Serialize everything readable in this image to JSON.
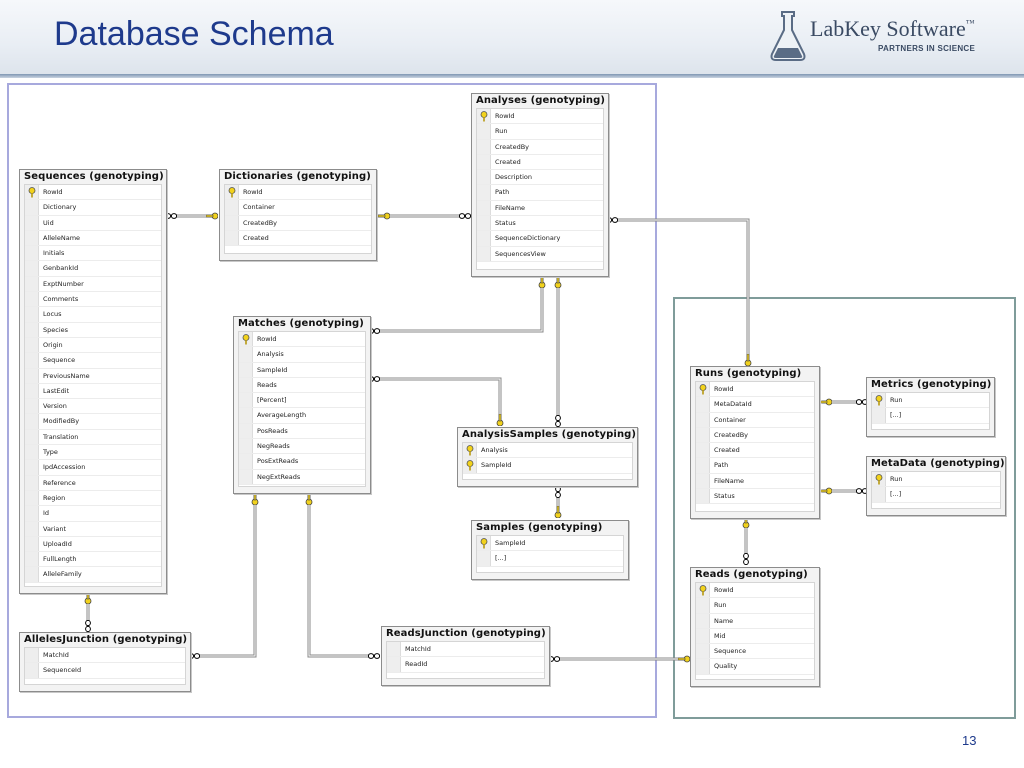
{
  "slide": {
    "title": "Database Schema",
    "page_number": "13"
  },
  "logo": {
    "name": "LabKey Software",
    "trademark": "™",
    "tagline": "PARTNERS IN SCIENCE"
  },
  "tables": {
    "analyses": {
      "title": "Analyses (genotyping)",
      "columns": [
        "RowId",
        "Run",
        "CreatedBy",
        "Created",
        "Description",
        "Path",
        "FileName",
        "Status",
        "SequenceDictionary",
        "SequencesView"
      ],
      "key_index": 0
    },
    "sequences": {
      "title": "Sequences (genotyping)",
      "columns": [
        "RowId",
        "Dictionary",
        "Uid",
        "AlleleName",
        "Initials",
        "GenbankId",
        "ExptNumber",
        "Comments",
        "Locus",
        "Species",
        "Origin",
        "Sequence",
        "PreviousName",
        "LastEdit",
        "Version",
        "ModifiedBy",
        "Translation",
        "Type",
        "IpdAccession",
        "Reference",
        "Region",
        "Id",
        "Variant",
        "UploadId",
        "FullLength",
        "AlleleFamily"
      ],
      "key_index": 0
    },
    "dictionaries": {
      "title": "Dictionaries (genotyping)",
      "columns": [
        "RowId",
        "Container",
        "CreatedBy",
        "Created"
      ],
      "key_index": 0
    },
    "matches": {
      "title": "Matches (genotyping)",
      "columns": [
        "RowId",
        "Analysis",
        "SampleId",
        "Reads",
        "[Percent]",
        "AverageLength",
        "PosReads",
        "NegReads",
        "PosExtReads",
        "NegExtReads"
      ],
      "key_index": 0
    },
    "analysis_samples": {
      "title": "AnalysisSamples (genotyping)",
      "columns": [
        "Analysis",
        "SampleId"
      ],
      "key_index": "both"
    },
    "samples": {
      "title": "Samples (genotyping)",
      "columns": [
        "SampleId",
        "[...]"
      ],
      "key_index": 0
    },
    "alleles_junction": {
      "title": "AllelesJunction (genotyping)",
      "columns": [
        "MatchId",
        "SequenceId"
      ],
      "key_index": -1
    },
    "reads_junction": {
      "title": "ReadsJunction (genotyping)",
      "columns": [
        "MatchId",
        "ReadId"
      ],
      "key_index": -1
    },
    "runs": {
      "title": "Runs (genotyping)",
      "columns": [
        "RowId",
        "MetaDataId",
        "Container",
        "CreatedBy",
        "Created",
        "Path",
        "FileName",
        "Status"
      ],
      "key_index": 0
    },
    "metrics": {
      "title": "Metrics (genotyping)",
      "columns": [
        "Run",
        "[...]"
      ],
      "key_index": 0
    },
    "metadata": {
      "title": "MetaData (genotyping)",
      "columns": [
        "Run",
        "[...]"
      ],
      "key_index": 0
    },
    "reads": {
      "title": "Reads (genotyping)",
      "columns": [
        "RowId",
        "Run",
        "Name",
        "Mid",
        "Sequence",
        "Quality"
      ],
      "key_index": 0
    }
  },
  "colors": {
    "title": "#1e3a8c",
    "blue_region": "#a7a9dd",
    "green_region": "#7f9c9a",
    "key_icon": "#e8c21a"
  }
}
